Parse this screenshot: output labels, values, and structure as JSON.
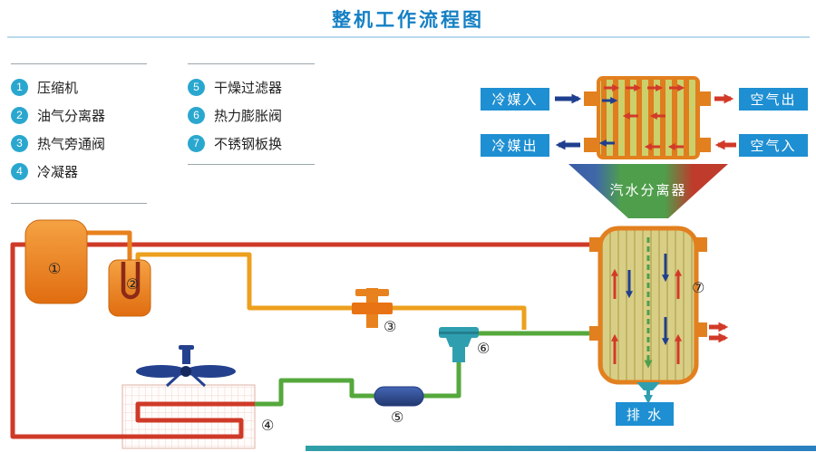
{
  "title": "整机工作流程图",
  "legend": {
    "col1": [
      {
        "num": "1",
        "label": "压缩机"
      },
      {
        "num": "2",
        "label": "油气分离器"
      },
      {
        "num": "3",
        "label": "热气旁通阀"
      },
      {
        "num": "4",
        "label": "冷凝器"
      }
    ],
    "col2": [
      {
        "num": "5",
        "label": "干燥过滤器"
      },
      {
        "num": "6",
        "label": "热力膨胀阀"
      },
      {
        "num": "7",
        "label": "不锈钢板换"
      }
    ]
  },
  "labels": {
    "refrigerant_in": "冷媒入",
    "refrigerant_out": "冷媒出",
    "air_out": "空气出",
    "air_in": "空气入",
    "separator": "汽水分离器",
    "drain": "排 水"
  },
  "markers": {
    "m1": "①",
    "m2": "②",
    "m3": "③",
    "m4": "④",
    "m5": "⑤",
    "m6": "⑥",
    "m7": "⑦"
  },
  "colors": {
    "title": "#1480c4",
    "label_bg": "#1e8fd2",
    "legend_badge": "#2aa7cf",
    "pipe_red": "#cf3a28",
    "pipe_yellow": "#eda01e",
    "pipe_green": "#55a83c",
    "pipe_orange": "#e8821e",
    "component_orange": "#e2801f",
    "valve_teal": "#2f9fb0",
    "filter_blue": "#2b4a9b",
    "fan_blue": "#24418e",
    "arrow_blue": "#1f3f8f"
  }
}
